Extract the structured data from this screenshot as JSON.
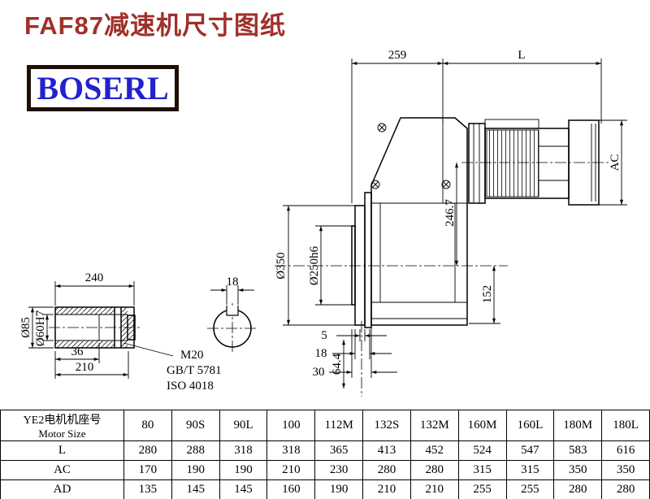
{
  "page": {
    "title": "FAF87减速机尺寸图纸",
    "logo": "BOSERL",
    "colors": {
      "title": "#a0302a",
      "logo_text": "#2222cc",
      "logo_border": "#1e1006"
    }
  },
  "drawing": {
    "dims": {
      "d259": "259",
      "L": "L",
      "AC": "AC",
      "d350": "Ø350",
      "d250h6": "Ø250h6",
      "d246_7": "246.7",
      "d152": "152",
      "d5": "5",
      "d18_face": "18",
      "d30": "30",
      "d64_4": "64.4",
      "d240": "240",
      "d85": "Ø85",
      "d60h7": "Ø60H7",
      "d36": "36",
      "d210": "210",
      "d18_key": "18",
      "m20": "M20",
      "gb": "GB/T 5781",
      "iso": "ISO 4018"
    }
  },
  "table": {
    "header_cn": "YE2电机机座号",
    "header_en": "Motor Size",
    "columns": [
      "80",
      "90S",
      "90L",
      "100",
      "112M",
      "132S",
      "132M",
      "160M",
      "160L",
      "180M",
      "180L"
    ],
    "rows": [
      {
        "label": "L",
        "values": [
          "280",
          "288",
          "318",
          "318",
          "365",
          "413",
          "452",
          "524",
          "547",
          "583",
          "616"
        ]
      },
      {
        "label": "AC",
        "values": [
          "170",
          "190",
          "190",
          "210",
          "230",
          "280",
          "280",
          "315",
          "315",
          "350",
          "350"
        ]
      },
      {
        "label": "AD",
        "values": [
          "135",
          "145",
          "145",
          "160",
          "190",
          "210",
          "210",
          "255",
          "255",
          "280",
          "280"
        ]
      }
    ]
  }
}
